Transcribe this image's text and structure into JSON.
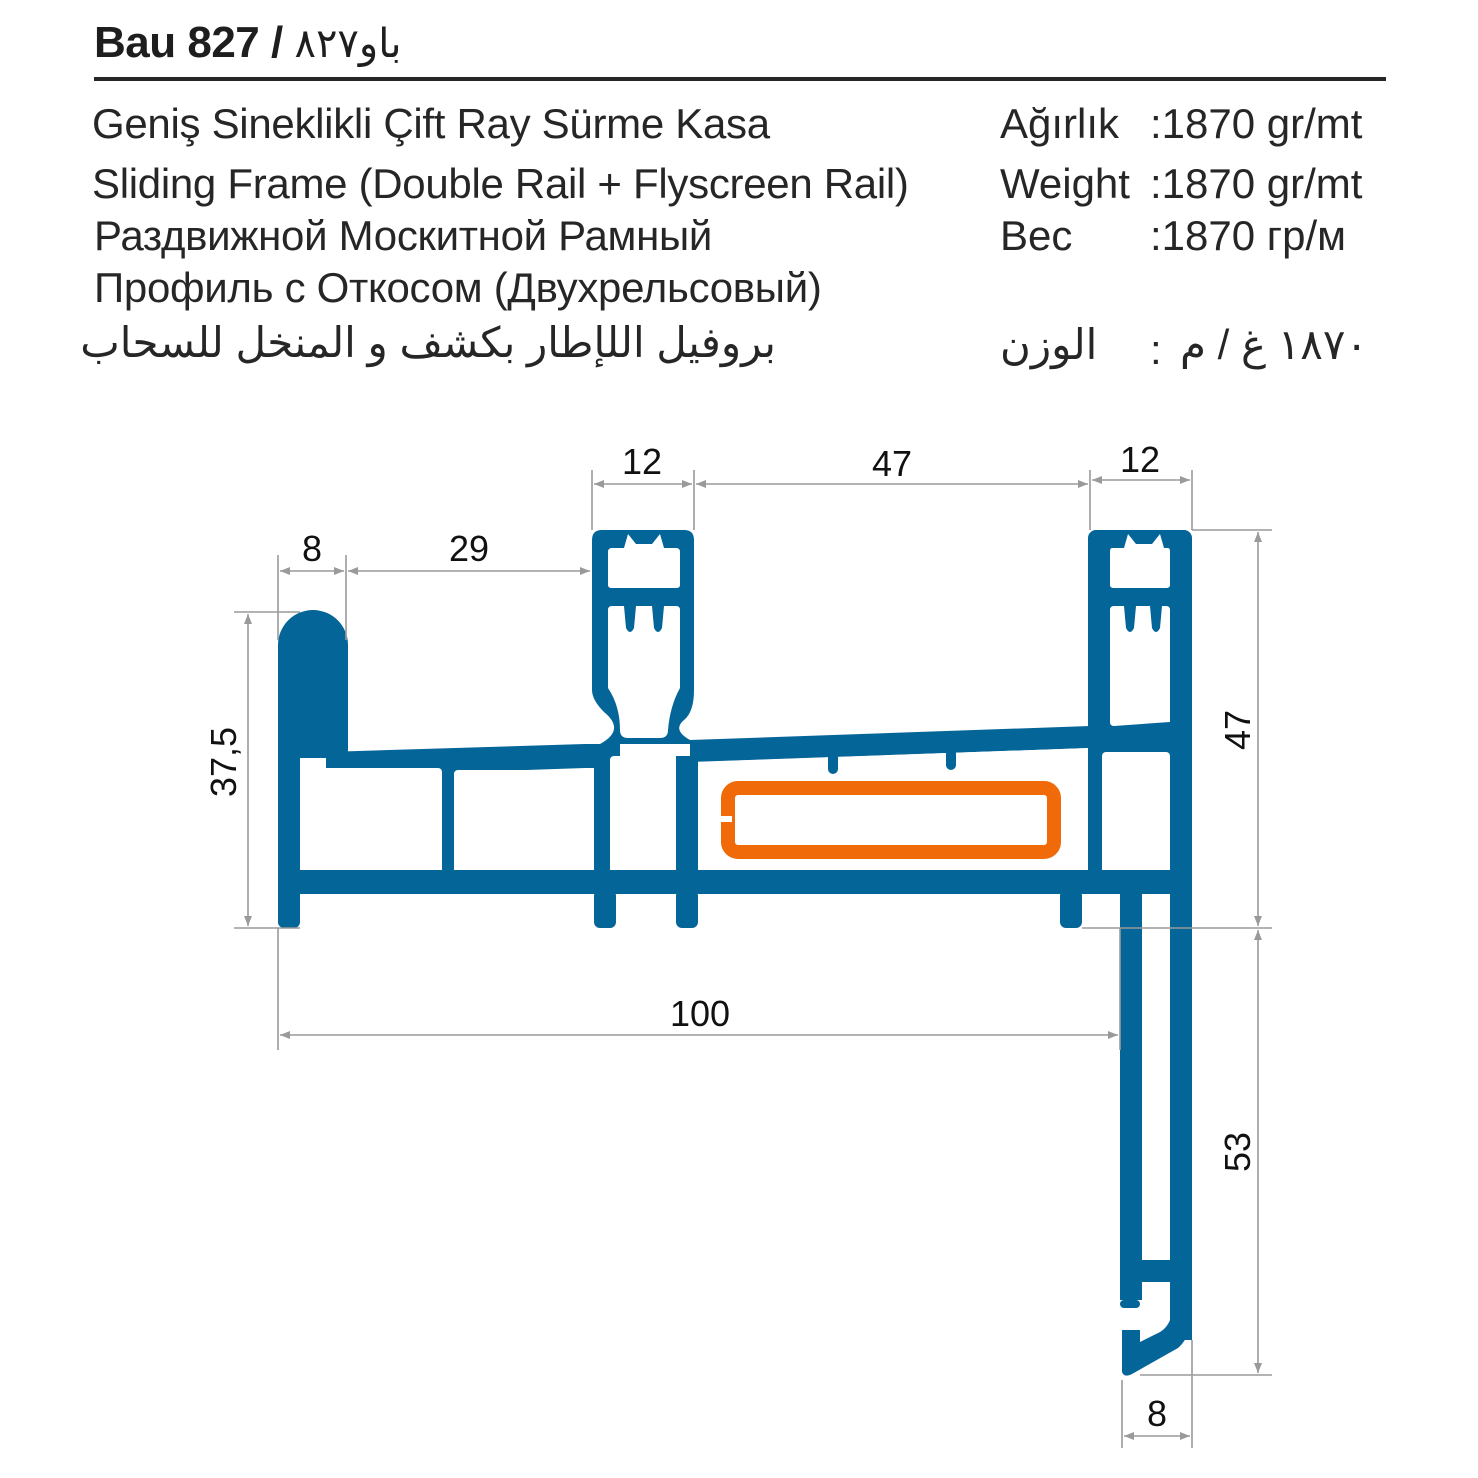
{
  "header": {
    "model": "Bau 827 /",
    "model_arabic": "باو٨٢٧"
  },
  "description": {
    "turkish": "Geniş Sineklikli Çift Ray Sürme Kasa",
    "english": "Sliding Frame (Double Rail + Flyscreen Rail)",
    "russian_line1": "Раздвижной Москитной Рамный",
    "russian_line2": "Профиль с Откосом (Двухрельсовый)",
    "arabic": "بروفيل اللإطار بكشف و المنخل للسحاب"
  },
  "weight": {
    "turkish_label": "Ağırlık",
    "turkish_value": ":1870 gr/mt",
    "english_label": "Weight",
    "english_value": ":1870 gr/mt",
    "russian_label": "Вес",
    "russian_value": ":1870 гр/м",
    "arabic_label": "الوزن",
    "arabic_colon": ":",
    "arabic_value": "١٨٧٠ غ / م"
  },
  "colors": {
    "profile": "#046598",
    "gasket": "#f06a0a",
    "dimension_line": "#9a9a9a",
    "text": "#262626"
  },
  "dimensions": {
    "top_left_lip": "8",
    "top_gap": "29",
    "rail1_width": "12",
    "rail_spacing": "47",
    "rail2_width": "12",
    "left_height": "37,5",
    "right_upper_height": "47",
    "right_lower_height": "53",
    "overall_width": "100",
    "flange_width": "8"
  }
}
